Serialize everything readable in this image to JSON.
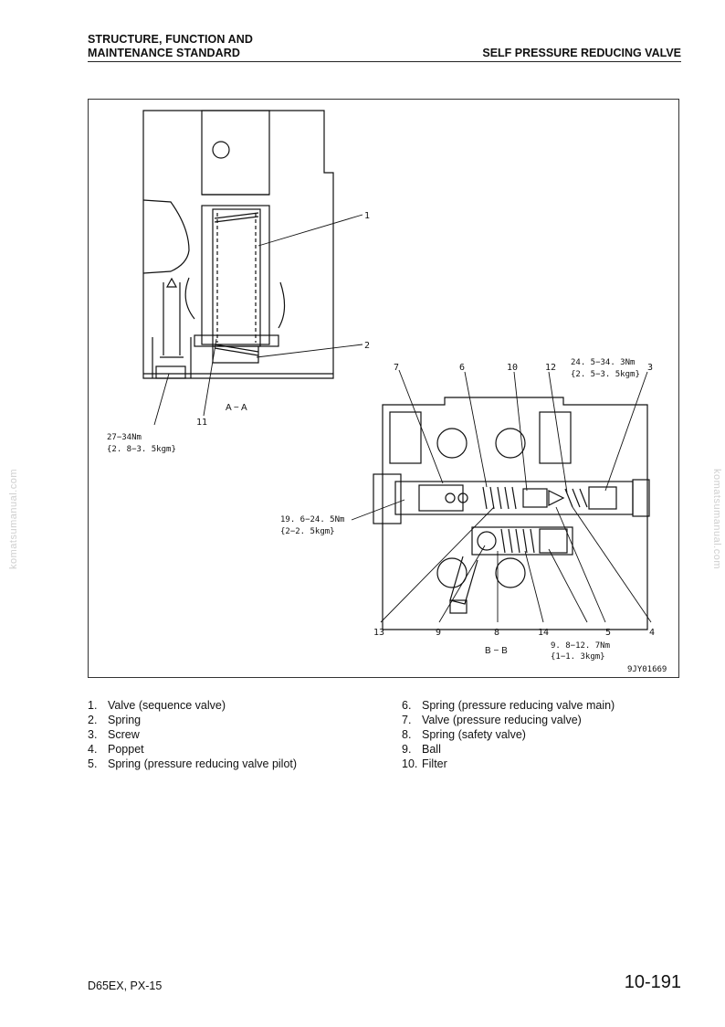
{
  "header": {
    "left_line1": "STRUCTURE, FUNCTION AND",
    "left_line2": "MAINTENANCE STANDARD",
    "right": "SELF PRESSURE REDUCING VALVE"
  },
  "watermark": "komatsumanual.com",
  "figure": {
    "section_aa": "A − A",
    "section_bb": "B − B",
    "figure_code": "9JY01669",
    "torque_aa_1": "27−34Nm",
    "torque_aa_2": "{2. 8−3. 5kgm}",
    "torque_bb_left_1": "19. 6−24. 5Nm",
    "torque_bb_left_2": "{2−2. 5kgm}",
    "torque_bb_top_1": "24. 5−34. 3Nm",
    "torque_bb_top_2": "{2. 5−3. 5kgm}",
    "torque_bb_bottom_1": "9. 8−12. 7Nm",
    "torque_bb_bottom_2": "{1−1. 3kgm}",
    "callouts": {
      "c1": "1",
      "c2": "2",
      "c3": "3",
      "c4": "4",
      "c5": "5",
      "c6": "6",
      "c7": "7",
      "c8": "8",
      "c9": "9",
      "c10": "10",
      "c11": "11",
      "c12": "12",
      "c13": "13",
      "c14": "14"
    }
  },
  "legend_left": [
    {
      "num": "1.",
      "text": "Valve (sequence valve)"
    },
    {
      "num": "2.",
      "text": "Spring"
    },
    {
      "num": "3.",
      "text": "Screw"
    },
    {
      "num": "4.",
      "text": "Poppet"
    },
    {
      "num": "5.",
      "text": "Spring (pressure reducing valve pilot)"
    }
  ],
  "legend_right": [
    {
      "num": "6.",
      "text": "Spring (pressure reducing valve main)"
    },
    {
      "num": "7.",
      "text": "Valve (pressure reducing valve)"
    },
    {
      "num": "8.",
      "text": "Spring (safety valve)"
    },
    {
      "num": "9.",
      "text": "Ball"
    },
    {
      "num": "10.",
      "text": "Filter"
    }
  ],
  "footer": {
    "model": "D65EX, PX-15",
    "page": "10-191"
  }
}
